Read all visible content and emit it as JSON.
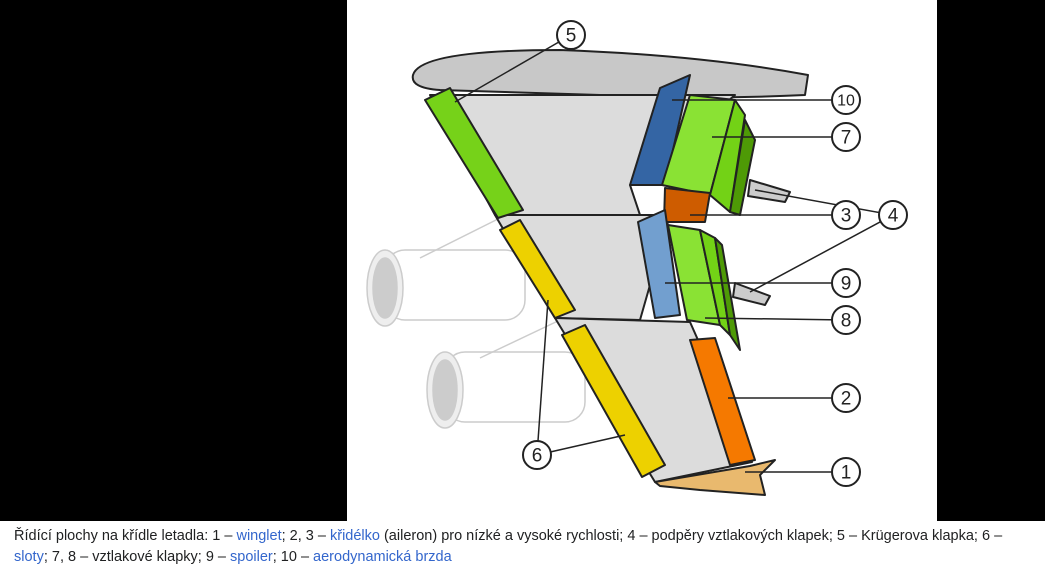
{
  "diagram": {
    "callouts": [
      "1",
      "2",
      "3",
      "4",
      "5",
      "6",
      "7",
      "8",
      "9",
      "10"
    ],
    "colors": {
      "wing": "#dcdcdc",
      "slat_green": "#76d219",
      "slot_yellow": "#edd100",
      "flap_green": "#8ae234",
      "flap_dark": "#4e9a06",
      "aileron_orange": "#f57900",
      "aileron_dark": "#ce5c00",
      "spoiler_blue": "#729fcf",
      "brake_blue": "#3465a4",
      "winglet": "#e9b96e"
    }
  },
  "caption": {
    "p1": "Řídící plochy na křídle letadla: 1 – ",
    "l1": "winglet",
    "p2": "; 2, 3 – ",
    "l2": "křidélko",
    "p3": " (aileron) pro nízké a vysoké rychlosti; 4 – podpěry vztlakových klapek; 5 – Krügerova klapka; 6 – ",
    "l3": "sloty",
    "p4": "; 7, 8 – vztlakové klapky; 9 – ",
    "l4": "spoiler",
    "p5": "; 10 – ",
    "l5": "aerodynamická brzda"
  }
}
